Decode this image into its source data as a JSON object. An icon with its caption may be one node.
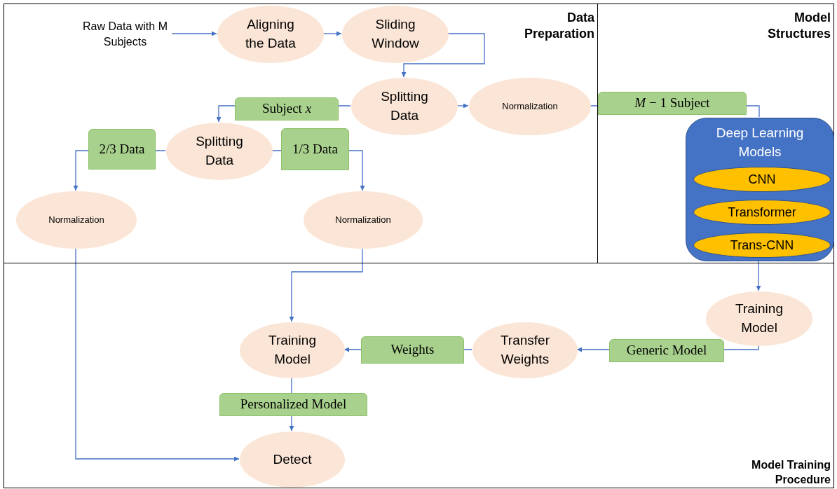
{
  "diagram": {
    "nodes": [
      {
        "text": [
          "Data Preparation"
        ]
      },
      {
        "text": [
          "Model Structures"
        ]
      },
      {
        "text": [
          "Model Training Procedure"
        ]
      },
      {
        "text": [
          "Raw Data with M Subjects"
        ],
        "in": 0
      },
      {
        "text": [
          "Aligning the Data"
        ],
        "in": 0
      },
      {
        "text": [
          "Sliding Window"
        ],
        "in": 0
      },
      {
        "text": [
          "Splitting Data"
        ],
        "in": 0
      },
      {
        "text": [
          "Normalization"
        ],
        "in": 0
      },
      {
        "text": [
          "Splitting Data"
        ],
        "in": 0
      },
      {
        "text": [
          "Normalization"
        ],
        "in": 0
      },
      {
        "text": [
          "Normalization"
        ],
        "in": 0
      },
      {
        "text": [
          "Deep Learning Models"
        ],
        "in": 1
      },
      {
        "text": [
          "CNN"
        ],
        "in": 11
      },
      {
        "text": [
          "Transformer"
        ],
        "in": 11
      },
      {
        "text": [
          "Trans-CNN"
        ],
        "in": 11
      },
      {
        "text": [
          "Training Model"
        ],
        "in": 2
      },
      {
        "text": [
          "Transfer Weights"
        ],
        "in": 2
      },
      {
        "text": [
          "Training Model"
        ],
        "in": 2
      },
      {
        "text": [
          "Detect"
        ],
        "in": 2
      }
    ],
    "edges": [
      {
        "from": 3,
        "to": 4,
        "arrow": "to"
      },
      {
        "from": 4,
        "to": 5,
        "arrow": "to"
      },
      {
        "from": 5,
        "to": 6,
        "arrow": "to"
      },
      {
        "from": 6,
        "to": 7,
        "arrow": "to"
      },
      {
        "from": 6,
        "to": 8,
        "arrow": "to",
        "label": "Subject *x*"
      },
      {
        "from": 8,
        "to": 9,
        "arrow": "to",
        "label": "2/3 Data"
      },
      {
        "from": 8,
        "to": 10,
        "arrow": "to",
        "label": "1/3 Data"
      },
      {
        "from": 7,
        "to": 11,
        "arrow": "none",
        "label": "*M* − 1 Subject"
      },
      {
        "from": 11,
        "to": 15,
        "arrow": "to"
      },
      {
        "from": 15,
        "to": 16,
        "arrow": "to",
        "label": "Generic Model"
      },
      {
        "from": 16,
        "to": 17,
        "arrow": "to",
        "label": "Weights"
      },
      {
        "from": 10,
        "to": 17,
        "arrow": "to"
      },
      {
        "from": 17,
        "to": 18,
        "arrow": "to",
        "label": "Personalized Model"
      },
      {
        "from": 9,
        "to": 18,
        "arrow": "to"
      }
    ]
  }
}
